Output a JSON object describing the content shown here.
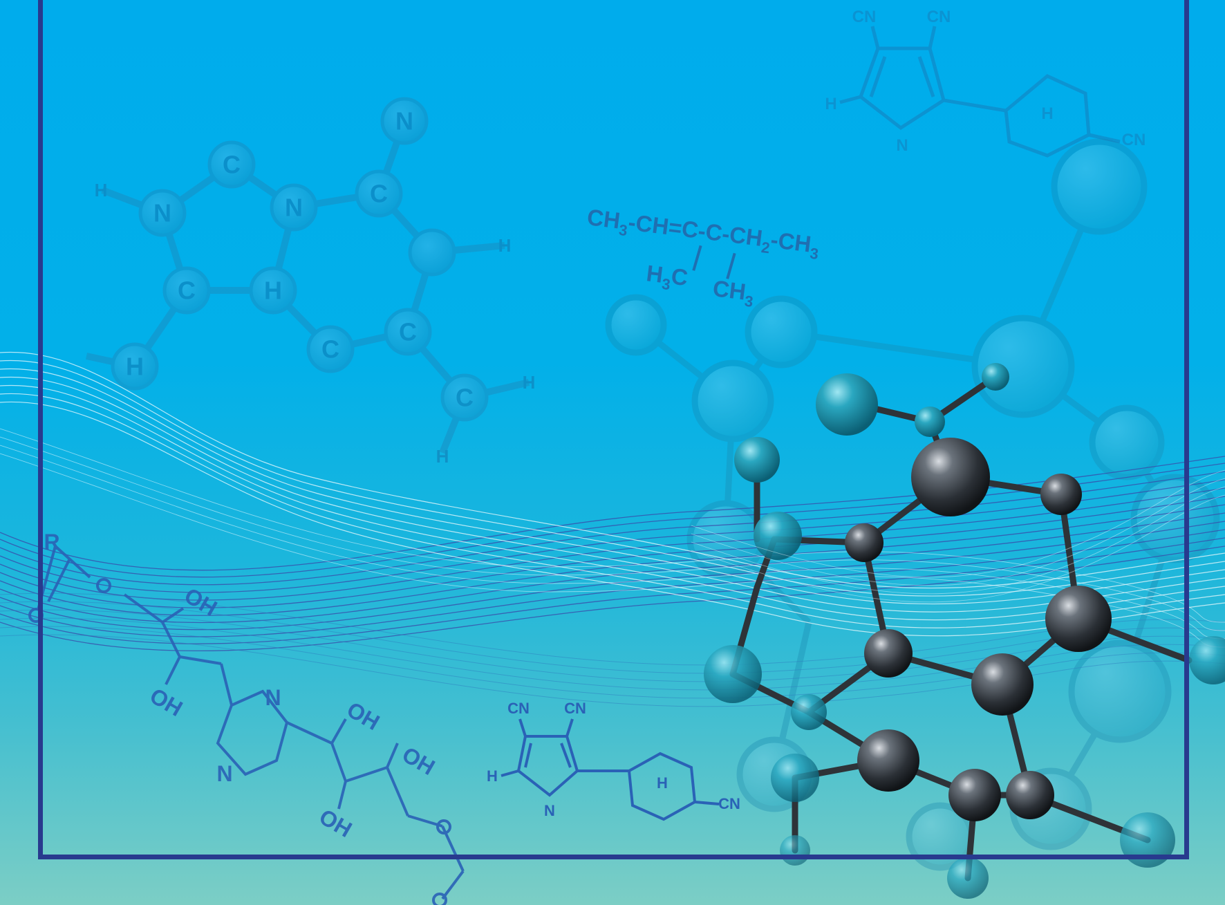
{
  "formula_condensed": {
    "main_chain": [
      "CH",
      "3",
      "-CH=C-C-CH",
      "2",
      "-CH",
      "3"
    ],
    "branch_left": [
      "H",
      "3",
      "C"
    ],
    "branch_right": [
      "CH",
      "3"
    ]
  },
  "pyrrole_top": {
    "cn1": "CN",
    "cn2": "CN",
    "h_left": "H",
    "n_bottom": "N",
    "ring_h": "H",
    "cn_right": "CN"
  },
  "pyrrole_bottom": {
    "cn1": "CN",
    "cn2": "CN",
    "h_left": "H",
    "n_bottom": "N",
    "ring_h": "H",
    "cn_right": "CN"
  },
  "purine_atoms": [
    "H",
    "N",
    "C",
    "N",
    "C",
    "N",
    "H",
    "C",
    "H",
    "C",
    "C",
    "C",
    "H",
    "H",
    "H"
  ],
  "sugar_labels": {
    "r": "R",
    "oh1": "OH",
    "oh2": "OH",
    "oh3": "OH",
    "oh4": "OH",
    "oh5": "OH",
    "n1": "N",
    "n2": "N"
  },
  "colors": {
    "frame": "#283a8e",
    "background_top": "#00acec",
    "background_bottom": "#7ccec5",
    "molecule_dark": "#2b3036",
    "molecule_teal": "#1d8fa6",
    "structure_lines": "#2a6db8"
  }
}
